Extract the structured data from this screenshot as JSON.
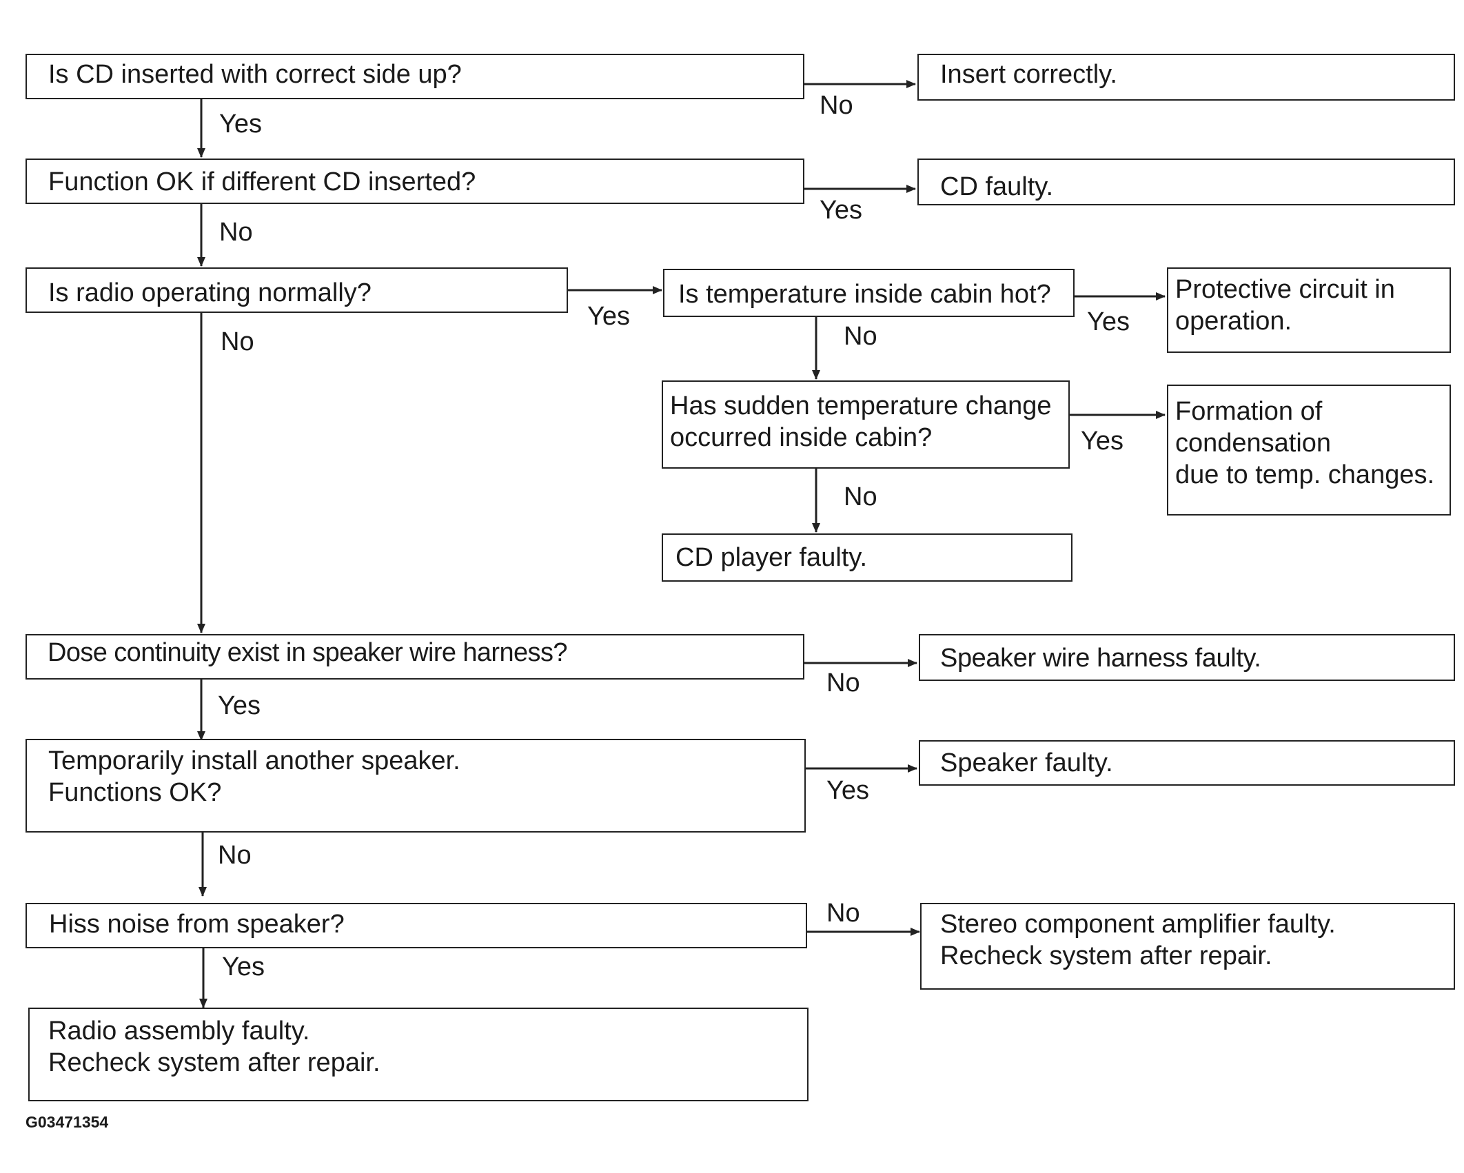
{
  "boxes": {
    "q_cd_side": "Is CD inserted with correct side up?",
    "a_insert": "Insert correctly.",
    "q_other_cd": "Function OK if different CD inserted?",
    "a_cd_faulty": "CD faulty.",
    "q_radio": "Is radio operating normally?",
    "q_temp_hot": "Is temperature inside cabin hot?",
    "a_protective": [
      "Protective circuit in",
      "operation."
    ],
    "q_temp_change": [
      "Has sudden temperature change",
      "occurred inside cabin?"
    ],
    "a_condensation": [
      "Formation of",
      "condensation",
      "due to temp. changes."
    ],
    "a_player_faulty": "CD player faulty.",
    "q_continuity": "Dose continuity exist in speaker wire harness?",
    "a_harness_faulty": "Speaker wire harness faulty.",
    "q_another_speaker": [
      "Temporarily install another speaker.",
      "Functions OK?"
    ],
    "a_speaker_faulty": "Speaker faulty.",
    "q_hiss": "Hiss noise from speaker?",
    "a_amplifier": [
      "Stereo component amplifier faulty.",
      "Recheck system after repair."
    ],
    "a_radio_assembly": [
      "Radio assembly faulty.",
      "Recheck system after repair."
    ]
  },
  "labels": {
    "yes": "Yes",
    "no": "No"
  },
  "figure_code": "G03471354"
}
